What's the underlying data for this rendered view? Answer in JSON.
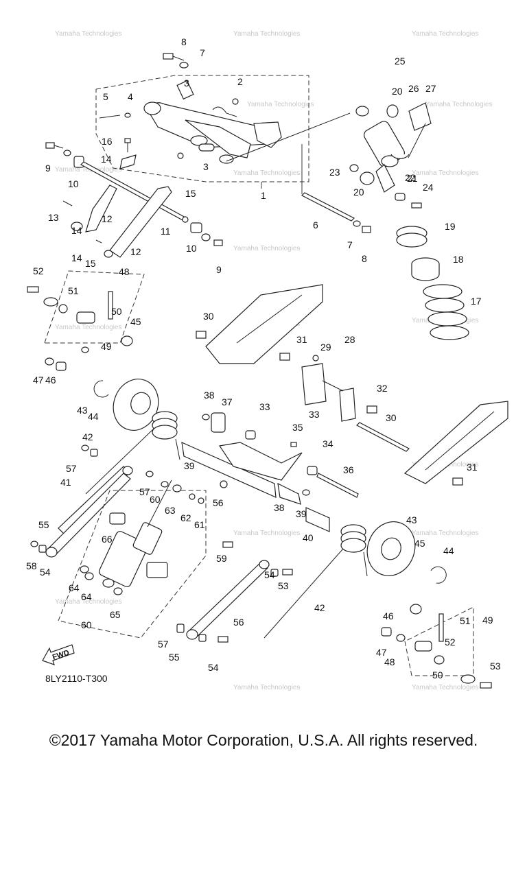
{
  "diagram": {
    "code": "8LY2110-T300",
    "fwd_label": "FWD",
    "watermark": "Yamaha Technologies",
    "callouts": [
      "1",
      "2",
      "3",
      "3",
      "4",
      "5",
      "6",
      "7",
      "7",
      "8",
      "8",
      "9",
      "9",
      "10",
      "10",
      "11",
      "12",
      "12",
      "13",
      "14",
      "14",
      "14",
      "15",
      "15",
      "16",
      "17",
      "18",
      "19",
      "20",
      "20",
      "21",
      "22",
      "23",
      "24",
      "25",
      "26",
      "27",
      "28",
      "29",
      "30",
      "30",
      "31",
      "31",
      "32",
      "33",
      "33",
      "34",
      "35",
      "36",
      "37",
      "38",
      "38",
      "39",
      "39",
      "40",
      "41",
      "42",
      "42",
      "43",
      "43",
      "44",
      "44",
      "45",
      "45",
      "46",
      "46",
      "47",
      "47",
      "48",
      "48",
      "49",
      "49",
      "50",
      "50",
      "51",
      "51",
      "52",
      "52",
      "53",
      "53",
      "54",
      "54",
      "54",
      "55",
      "55",
      "56",
      "56",
      "57",
      "57",
      "57",
      "58",
      "59",
      "60",
      "60",
      "61",
      "62",
      "63",
      "64",
      "64",
      "65",
      "66"
    ]
  },
  "footer": {
    "copyright": "©2017 Yamaha Motor Corporation, U.S.A. All rights reserved."
  }
}
